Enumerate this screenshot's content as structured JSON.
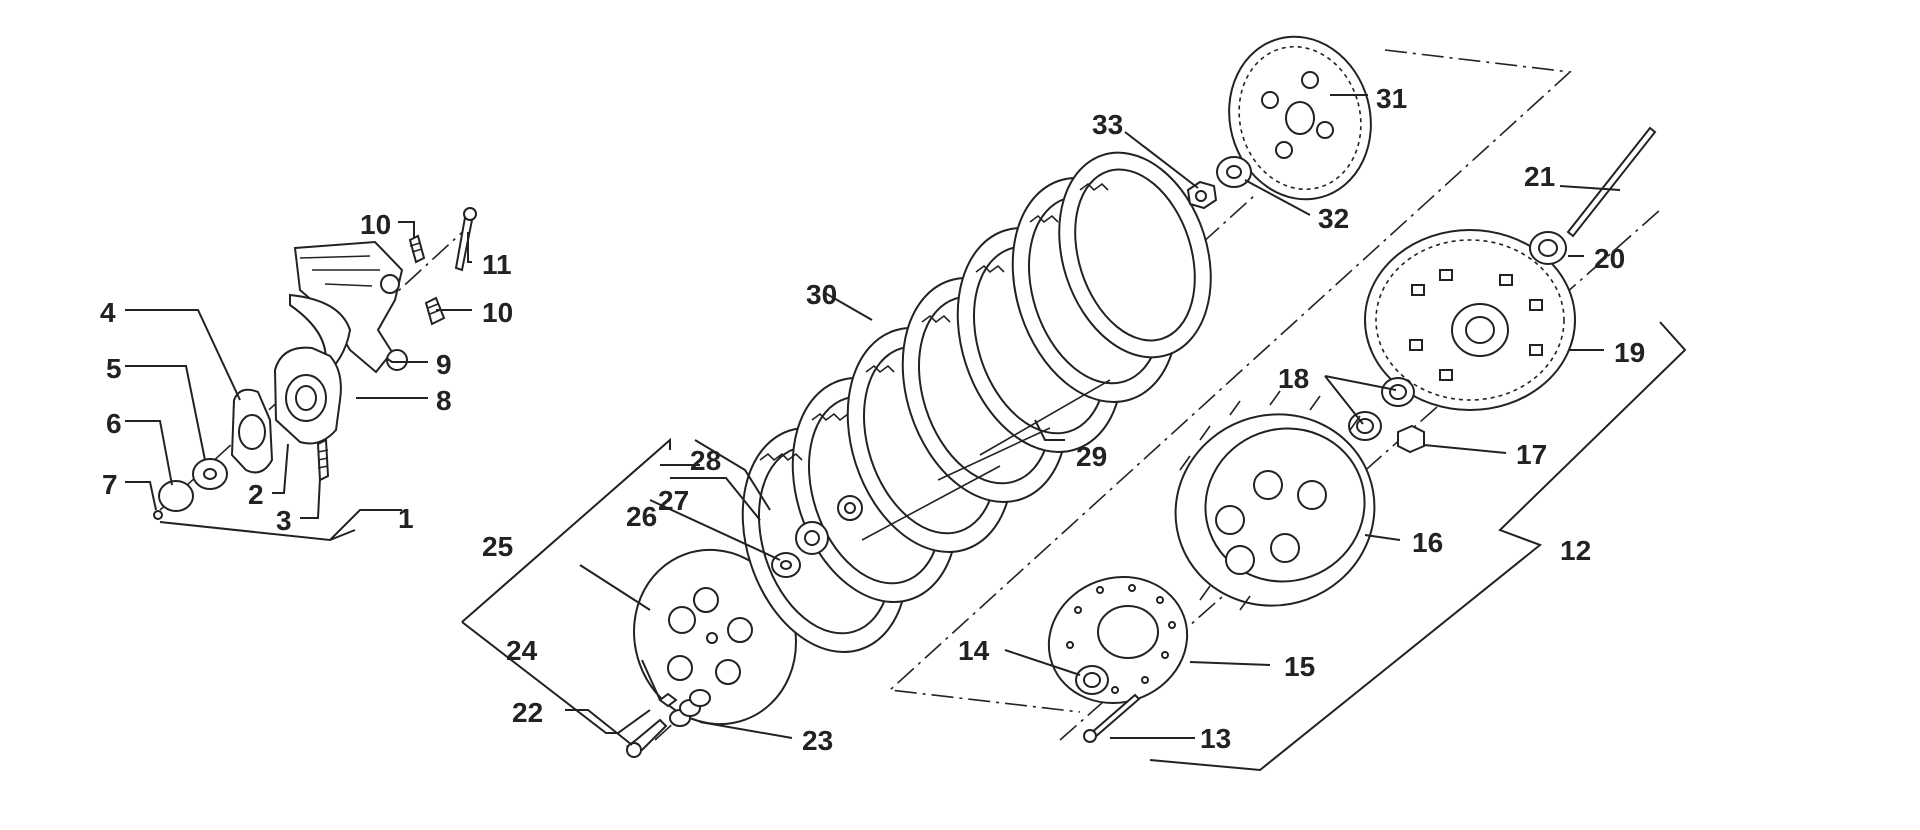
{
  "diagram": {
    "description_free": true,
    "callouts": [
      {
        "id": "c1",
        "text": "1"
      },
      {
        "id": "c2",
        "text": "2"
      },
      {
        "id": "c3",
        "text": "3"
      },
      {
        "id": "c4",
        "text": "4"
      },
      {
        "id": "c5",
        "text": "5"
      },
      {
        "id": "c6",
        "text": "6"
      },
      {
        "id": "c7",
        "text": "7"
      },
      {
        "id": "c8",
        "text": "8"
      },
      {
        "id": "c9",
        "text": "9"
      },
      {
        "id": "c10a",
        "text": "10"
      },
      {
        "id": "c10b",
        "text": "10"
      },
      {
        "id": "c11",
        "text": "11"
      },
      {
        "id": "c12",
        "text": "12"
      },
      {
        "id": "c13",
        "text": "13"
      },
      {
        "id": "c14",
        "text": "14"
      },
      {
        "id": "c15",
        "text": "15"
      },
      {
        "id": "c16",
        "text": "16"
      },
      {
        "id": "c17",
        "text": "17"
      },
      {
        "id": "c18",
        "text": "18"
      },
      {
        "id": "c19",
        "text": "19"
      },
      {
        "id": "c20",
        "text": "20"
      },
      {
        "id": "c21",
        "text": "21"
      },
      {
        "id": "c22",
        "text": "22"
      },
      {
        "id": "c23",
        "text": "23"
      },
      {
        "id": "c24",
        "text": "24"
      },
      {
        "id": "c25",
        "text": "25"
      },
      {
        "id": "c26",
        "text": "26"
      },
      {
        "id": "c27",
        "text": "27"
      },
      {
        "id": "c28",
        "text": "28"
      },
      {
        "id": "c29",
        "text": "29"
      },
      {
        "id": "c30",
        "text": "30"
      },
      {
        "id": "c31",
        "text": "31"
      },
      {
        "id": "c32",
        "text": "32"
      },
      {
        "id": "c33",
        "text": "33"
      }
    ]
  }
}
